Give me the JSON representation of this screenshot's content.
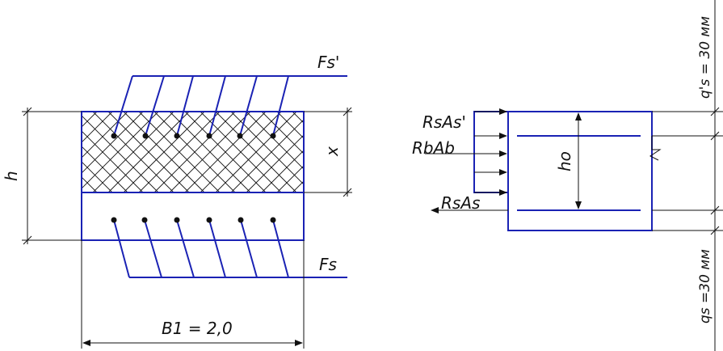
{
  "labels": {
    "fs_top": "Fs'",
    "fs_bottom": "Fs",
    "h": "h",
    "x": "x",
    "b1": "B1 = 2,0",
    "rs_as_top": "RsAs'",
    "rb_ab": "RbAb",
    "rs_as": "RsAs",
    "h0": "ho",
    "qs_top": "q's = 30 мм",
    "qs_bottom": "qs =30 мм"
  },
  "colors": {
    "rebar": "#1a22b4",
    "line": "#111111"
  }
}
